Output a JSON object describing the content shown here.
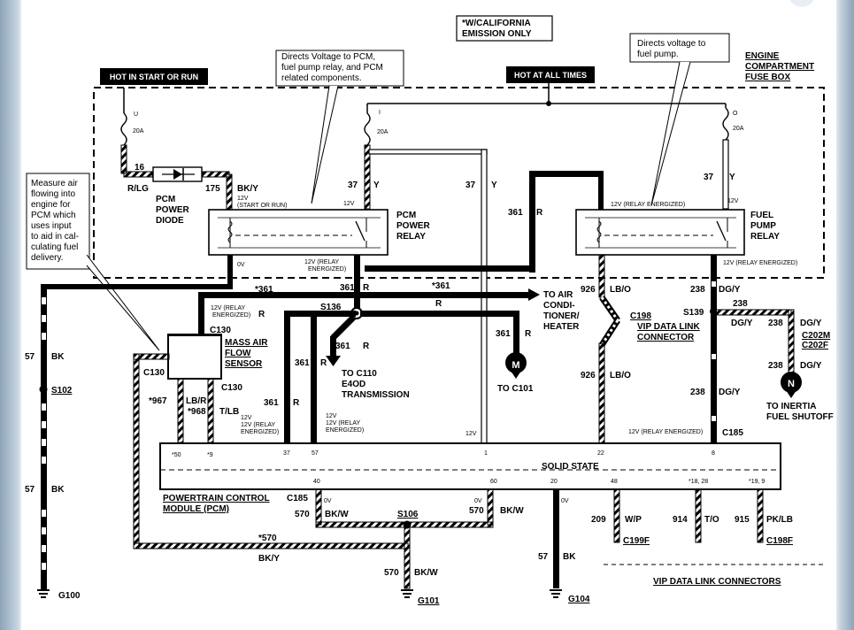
{
  "labels": {
    "note_california": [
      "*W/CALIFORNIA",
      "EMISSION ONLY"
    ],
    "hot_start_run": "HOT IN START OR RUN",
    "hot_all_times": "HOT AT ALL TIMES",
    "callout_pcm": [
      "Directs Voltage to PCM,",
      "fuel pump relay, and PCM",
      "related  components."
    ],
    "callout_fuel": [
      "Directs voltage to",
      "fuel pump."
    ],
    "callout_maf": [
      "Measure air",
      "flowing into",
      "engine  for",
      "PCM which",
      "uses  input",
      "to aid in cal-",
      "culating fuel",
      "delivery."
    ],
    "engine_fuse_box": [
      "ENGINE",
      "COMPARTMENT",
      "FUSE BOX"
    ],
    "fuse_u": "U",
    "fuse_i": "I",
    "fuse_o": "O",
    "fuse_20a": "20A",
    "pcm_power_diode": [
      "PCM",
      "POWER",
      "DIODE"
    ],
    "pcm_power_relay": [
      "PCM",
      "POWER",
      "RELAY"
    ],
    "fuel_pump_relay": [
      "FUEL",
      "PUMP",
      "RELAY"
    ],
    "maf_sensor": [
      "MASS AIR",
      "FLOW",
      "SENSOR"
    ],
    "solid_state": "SOLID STATE",
    "pcm_module": [
      "POWERTRAIN CONTROL",
      "MODULE (PCM)"
    ],
    "vip_connectors": "VIP DATA LINK CONNECTORS",
    "vip_connector": [
      "VIP DATA LINK",
      "CONNECTOR"
    ],
    "to_ac": [
      "TO AIR",
      "CONDI-",
      "TIONER/",
      "HEATER"
    ],
    "to_c101": "TO C101",
    "to_c110": [
      "TO C110",
      "E4OD",
      "TRANSMISSION"
    ],
    "to_inertia": [
      "TO INERTIA",
      "FUEL SHUTOFF"
    ],
    "w_16": "16",
    "w_rlg": "R/LG",
    "w_175": "175",
    "w_bky": "BK/Y",
    "v12_start_run": [
      "12V",
      "(START OR RUN)"
    ],
    "w_37": "37",
    "w_y": "Y",
    "v12": "12V",
    "w_361": "361",
    "w_r": "R",
    "v12_relay_energized": "12V (RELAY ENERGIZED)",
    "v12_relay": [
      "12V (RELAY",
      "ENERGIZED)"
    ],
    "v0": "0V",
    "w_star361": "*361",
    "w_926": "926",
    "w_lbo": "LB/O",
    "w_238": "238",
    "w_dgy": "DG/Y",
    "s136": "S136",
    "s139": "S139",
    "c198": "C198",
    "c130": "C130",
    "c202m": "C202M",
    "c202f": "C202F",
    "c185": "C185",
    "c199f": "C199F",
    "c198f": "C198F",
    "w_57": "57",
    "w_bk": "BK",
    "s102": "S102",
    "g100": "G100",
    "g101": "G101",
    "g104": "G104",
    "s106": "S106",
    "w_star967": "*967",
    "w_star968": "*968",
    "w_lbr": "LB/R",
    "w_tlb": "T/LB",
    "w_570": "570",
    "w_bkw": "BK/W",
    "w_star570": "*570",
    "w_209": "209",
    "w_wp": "W/P",
    "w_914": "914",
    "w_to": "T/O",
    "w_915": "915",
    "w_pklb": "PK/LB",
    "m": "M",
    "n": "N",
    "pin_50": "*50",
    "pin_9": "*9",
    "pin_37": "37",
    "pin_57": "57",
    "pin_1": "1",
    "pin_22": "22",
    "pin_8": "8",
    "pin_40": "40",
    "pin_60": "60",
    "pin_20": "20",
    "pin_48": "48",
    "pin_18_28": "*18, 28",
    "pin_19_9": "*19, 9"
  },
  "colors": {
    "line": "#000000",
    "paper": "#ffffff",
    "frame": "#a9bccd"
  }
}
